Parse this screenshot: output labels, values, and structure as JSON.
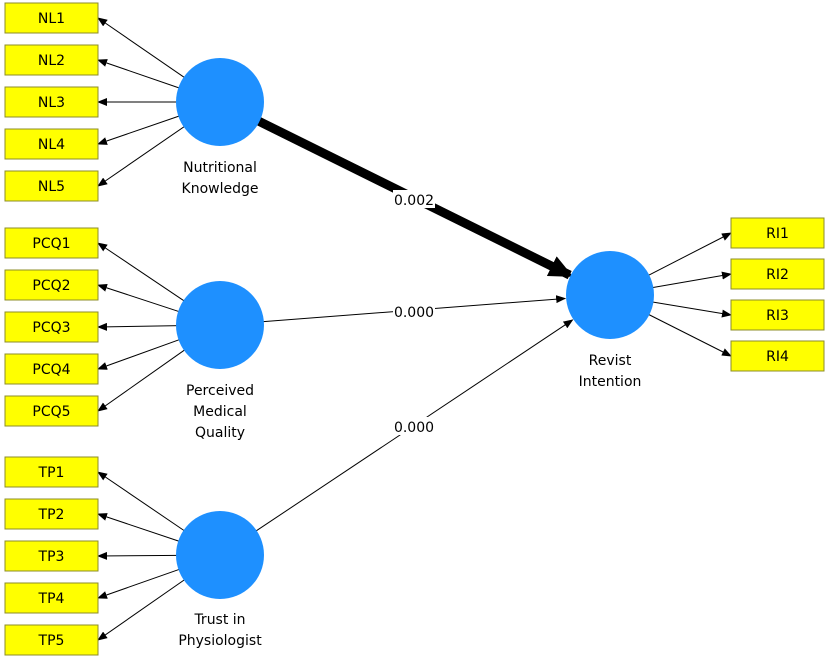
{
  "colors": {
    "indicator_fill": "#ffff00",
    "construct_fill": "#1e90ff"
  },
  "constructs": [
    {
      "id": "nk",
      "label_lines": [
        "Nutritional",
        "Knowledge"
      ],
      "indicators": [
        "NL1",
        "NL2",
        "NL3",
        "NL4",
        "NL5"
      ]
    },
    {
      "id": "pmq",
      "label_lines": [
        "Perceived",
        "Medical",
        "Quality"
      ],
      "indicators": [
        "PCQ1",
        "PCQ2",
        "PCQ3",
        "PCQ4",
        "PCQ5"
      ]
    },
    {
      "id": "tp",
      "label_lines": [
        "Trust in",
        "Physiologist"
      ],
      "indicators": [
        "TP1",
        "TP2",
        "TP3",
        "TP4",
        "TP5"
      ]
    },
    {
      "id": "ri",
      "label_lines": [
        "Revist",
        "Intention"
      ],
      "indicators": [
        "RI1",
        "RI2",
        "RI3",
        "RI4"
      ]
    }
  ],
  "paths": [
    {
      "from": "nk",
      "to": "ri",
      "coefficient": "0.002"
    },
    {
      "from": "pmq",
      "to": "ri",
      "coefficient": "0.000"
    },
    {
      "from": "tp",
      "to": "ri",
      "coefficient": "0.000"
    }
  ]
}
